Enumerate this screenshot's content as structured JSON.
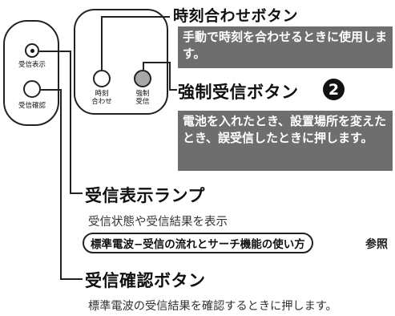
{
  "device": {
    "label_reception_display": "受信表示",
    "label_reception_check": "受信確認",
    "label_time_setting": "時刻\n合わせ",
    "label_forced_reception": "強制\n受信"
  },
  "time_setting_button": {
    "title": "時刻合わせボタン",
    "description": "手動で時刻を合わせるときに使用します。"
  },
  "forced_reception_button": {
    "title": "強制受信ボタン",
    "badge": "❷",
    "description": "電池を入れたとき、設置場所を変えたとき、誤受信したときに押します。"
  },
  "reception_display_lamp": {
    "title": "受信表示ランプ",
    "description": "受信状態や受信結果を表示",
    "reference": "標準電波−受信の流れとサーチ機能の使い方",
    "reference_suffix": "参照"
  },
  "reception_check_button": {
    "title": "受信確認ボタン",
    "description": "標準電波の受信結果を確認するときに押します。"
  }
}
